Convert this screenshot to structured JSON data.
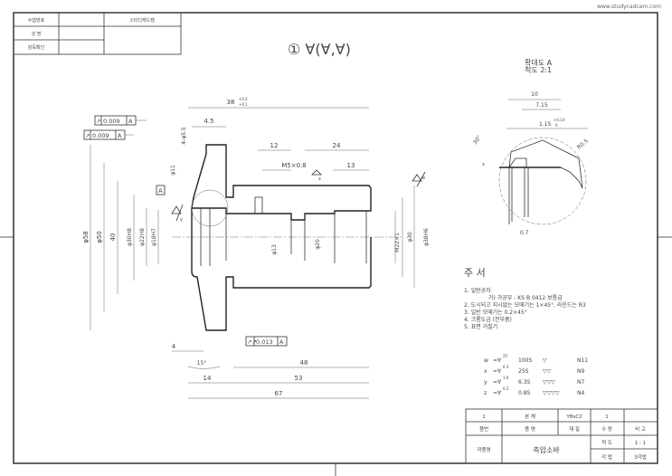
{
  "watermark_url": "www.studycadcam.com",
  "header_table": {
    "exam_number_label": "수험번호",
    "name_label": "성 명",
    "supervisor_label": "감독확인",
    "brand": "스터디캐드캠"
  },
  "main_view": {
    "roughness_callout": "① ∀(∀,∀)",
    "runout_1": {
      "symbol": "↗",
      "value": "0.009",
      "datum": "A"
    },
    "runout_2": {
      "symbol": "↗",
      "value": "0.009",
      "datum": "A"
    },
    "runout_3": {
      "symbol": "↗↗",
      "value": "0.013",
      "datum": "A"
    },
    "datum_label": "A",
    "dims": {
      "d58": "φ58",
      "d50": "φ50",
      "d40": "40",
      "d30h8": "φ30H8",
      "d22h8": "φ22H8",
      "d18h7": "φ18H7",
      "d11": "φ11",
      "holes": "4-φ5.5",
      "d13": "φ13",
      "d20": "φ20",
      "m22": "M22×1",
      "d30": "φ30",
      "d38h6": "φ38H6",
      "len38": "38",
      "len38_tol_upper": "+0.2",
      "len38_tol_lower": "+0.1",
      "len4_5": "4.5",
      "len12": "12",
      "len24": "24",
      "thread_m5": "M5×0.8",
      "len13": "13",
      "len4": "4",
      "angle15": "15°",
      "len14": "14",
      "len48": "48",
      "len53": "53",
      "len67": "67"
    },
    "rough_marks": {
      "w": "w",
      "x": "x",
      "y": "y"
    }
  },
  "detail_view": {
    "title": "확대도 A",
    "scale": "척도 2:1",
    "len10": "10",
    "len7_15": "7.15",
    "len1_15": "1.15",
    "tol_upper": "+0.14",
    "tol_lower": "0",
    "angle30": "30°",
    "radius": "R0.5",
    "len0_7": "0.7",
    "mark_x": "x"
  },
  "notes": {
    "title": "주 서",
    "items": [
      "1. 일반공차",
      "가) 가공부 - KS B 0412 보통급",
      "2. 도시되고 지시없는 모떼기는 1×45°, 라운드는 R3",
      "3. 일반 모떼기는 0.2×45°",
      "4. 크롬도금 (전부품)",
      "5. 표면 거칠기"
    ],
    "roughness": [
      {
        "sym": "w",
        "ra": "25",
        "rz": "100S",
        "tri": "▽",
        "n": "N11"
      },
      {
        "sym": "x",
        "ra": "6.3",
        "rz": "25S",
        "tri": "▽▽",
        "n": "N9"
      },
      {
        "sym": "y",
        "ra": "1.6",
        "rz": "6.3S",
        "tri": "▽▽▽",
        "n": "N7"
      },
      {
        "sym": "z",
        "ra": "0.2",
        "rz": "0.8S",
        "tri": "▽▽▽▽",
        "n": "N4"
      }
    ]
  },
  "title_block": {
    "row1": {
      "no": "1",
      "name": "본 체",
      "material": "YBsC2",
      "qty": "1",
      "remark": ""
    },
    "headers": {
      "no": "품번",
      "name": "품 명",
      "material": "재 질",
      "qty": "수 량",
      "remark": "비 고"
    },
    "work_label": "작품명",
    "work_name": "측압소바",
    "scale_label": "척 도",
    "scale_value": "1 : 1",
    "projection_label": "각 법",
    "projection_value": "3각법"
  }
}
